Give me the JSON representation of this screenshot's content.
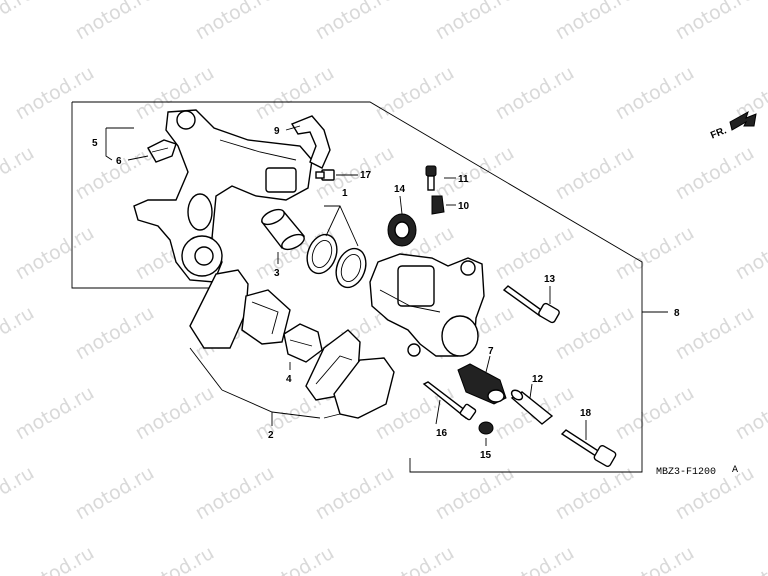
{
  "watermark": {
    "text": "motod.ru"
  },
  "diagram_code": "MBZ3-F1200",
  "diagram_code_suffix": "A",
  "direction_label": "FR.",
  "callouts": {
    "c1": "1",
    "c2": "2",
    "c3": "3",
    "c4": "4",
    "c5": "5",
    "c6": "6",
    "c7": "7",
    "c8": "8",
    "c9": "9",
    "c10": "10",
    "c11": "11",
    "c12": "12",
    "c13": "13",
    "c14": "14",
    "c15": "15",
    "c16": "16",
    "c17": "17",
    "c18": "18"
  },
  "colors": {
    "line": "#000000",
    "watermark": "#d9d9d9",
    "background": "#ffffff"
  }
}
